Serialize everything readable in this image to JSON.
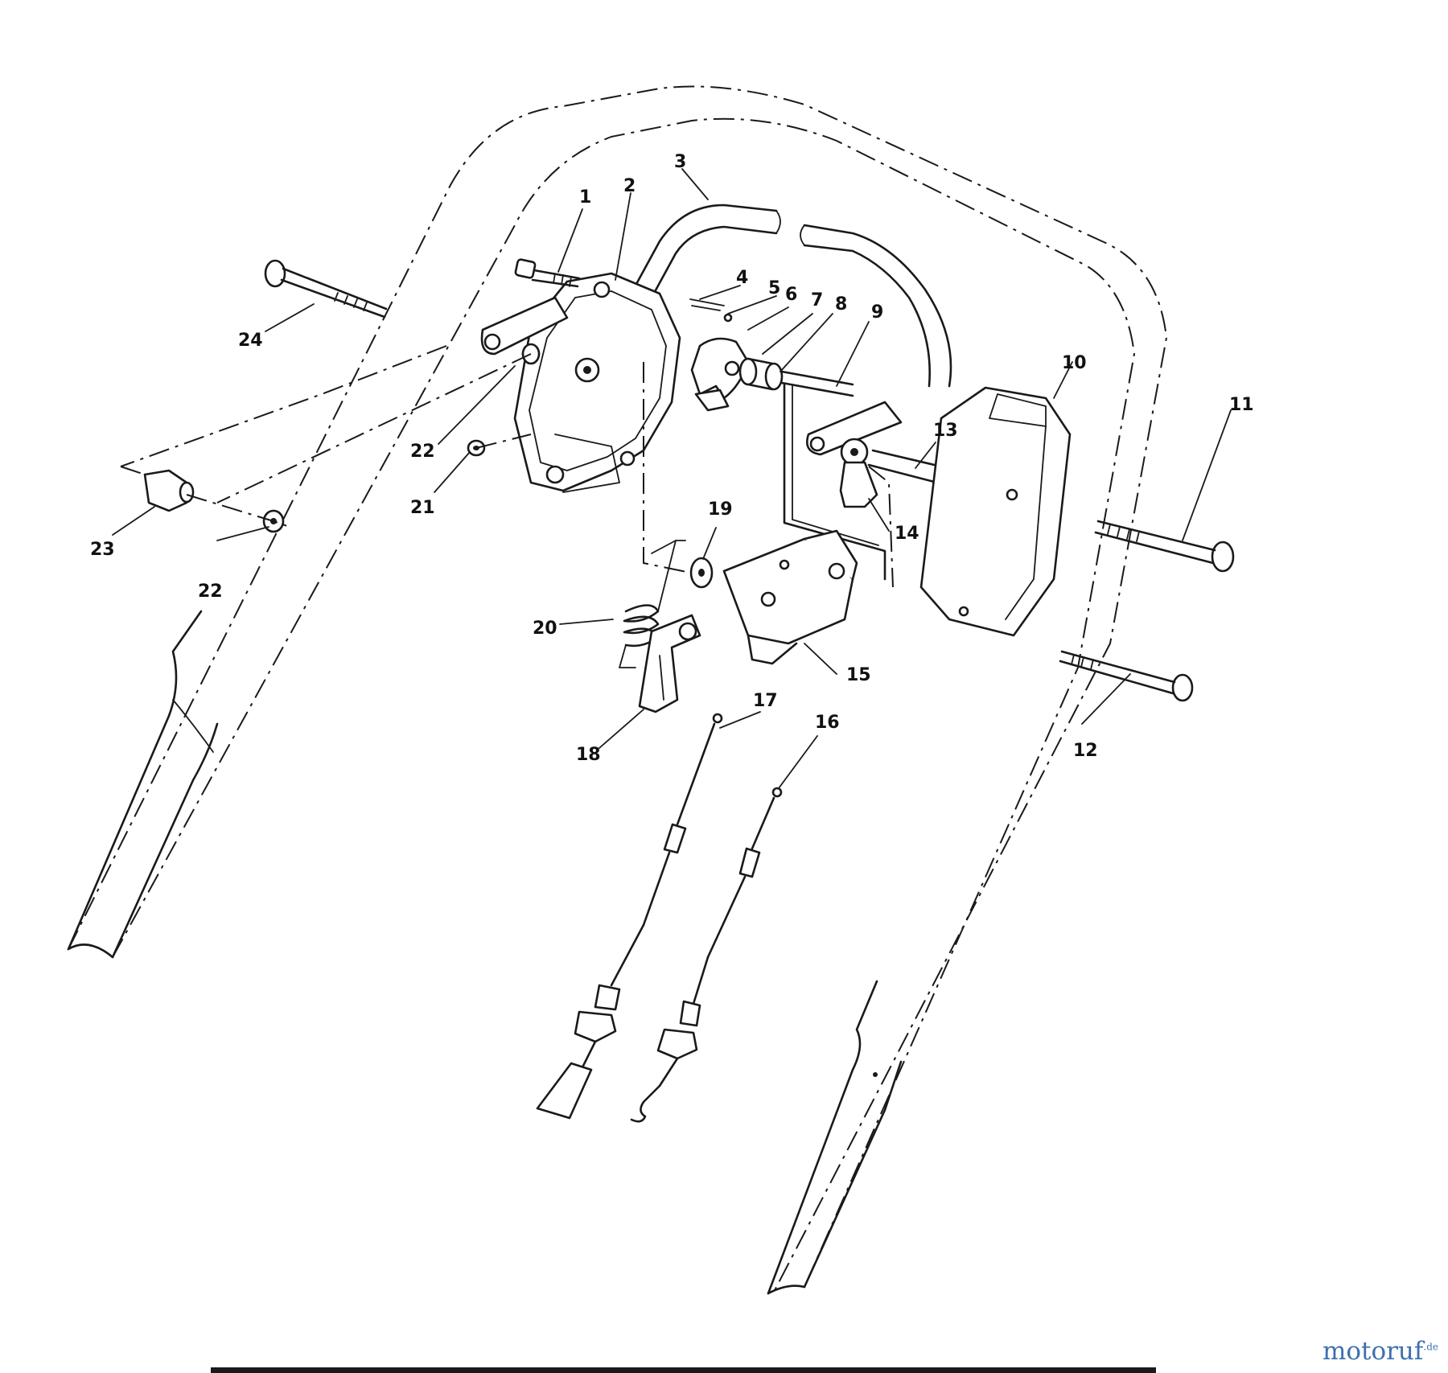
{
  "callouts": {
    "p1": "1",
    "p2": "2",
    "p3": "3",
    "p4": "4",
    "p5": "5",
    "p6": "6",
    "p7": "7",
    "p8": "8",
    "p9": "9",
    "p10": "10",
    "p11": "11",
    "p12": "12",
    "p13": "13",
    "p14": "14",
    "p15": "15",
    "p16": "16",
    "p17": "17",
    "p18": "18",
    "p19": "19",
    "p20": "20",
    "p21": "21",
    "p22a": "22",
    "p22b": "22",
    "p23": "23",
    "p24": "24"
  },
  "watermark": {
    "text": "motoruf",
    "domain": ".de",
    "color": "#3e6fb0"
  }
}
